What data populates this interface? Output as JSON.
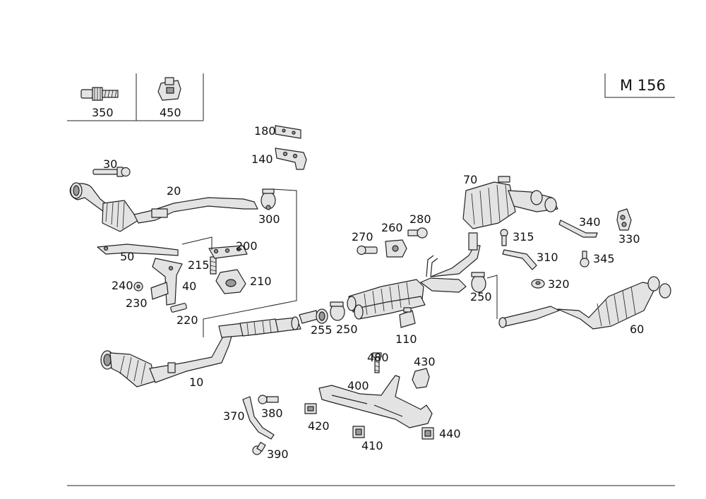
{
  "engine_code": "M 156",
  "inset_parts": [
    "350",
    "450"
  ],
  "callouts": {
    "p10": "10",
    "p20": "20",
    "p30": "30",
    "p40": "40",
    "p50": "50",
    "p60": "60",
    "p70": "70",
    "p110": "110",
    "p140": "140",
    "p180": "180",
    "p200": "200",
    "p210": "210",
    "p215": "215",
    "p220": "220",
    "p230": "230",
    "p240": "240",
    "p250a": "250",
    "p250b": "250",
    "p255": "255",
    "p260": "260",
    "p270": "270",
    "p280": "280",
    "p300": "300",
    "p310": "310",
    "p315": "315",
    "p320": "320",
    "p330": "330",
    "p340": "340",
    "p345": "345",
    "p370": "370",
    "p380": "380",
    "p390": "390",
    "p400": "400",
    "p410": "410",
    "p420": "420",
    "p430": "430",
    "p440": "440",
    "p480": "480"
  }
}
